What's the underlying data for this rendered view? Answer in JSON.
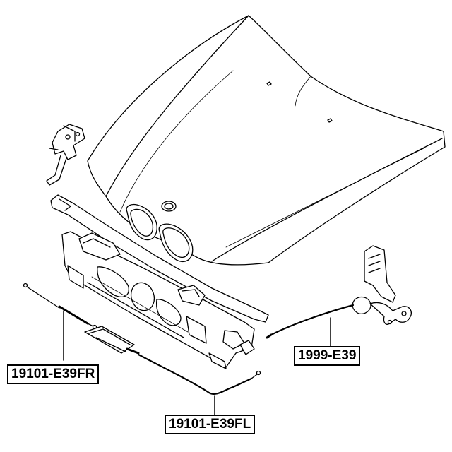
{
  "labels": {
    "cable_front_right": "19101-E39FR",
    "cable_front_left": "19101-E39FL",
    "release_lever": "1999-E39"
  },
  "colors": {
    "line": "#000000",
    "background": "#ffffff",
    "part_fill": "#ffffff"
  },
  "icons": {
    "hood": "hood-panel-icon",
    "front_panel": "radiator-support-icon",
    "hinge": "hood-hinge-icon",
    "lever": "release-lever-icon"
  }
}
